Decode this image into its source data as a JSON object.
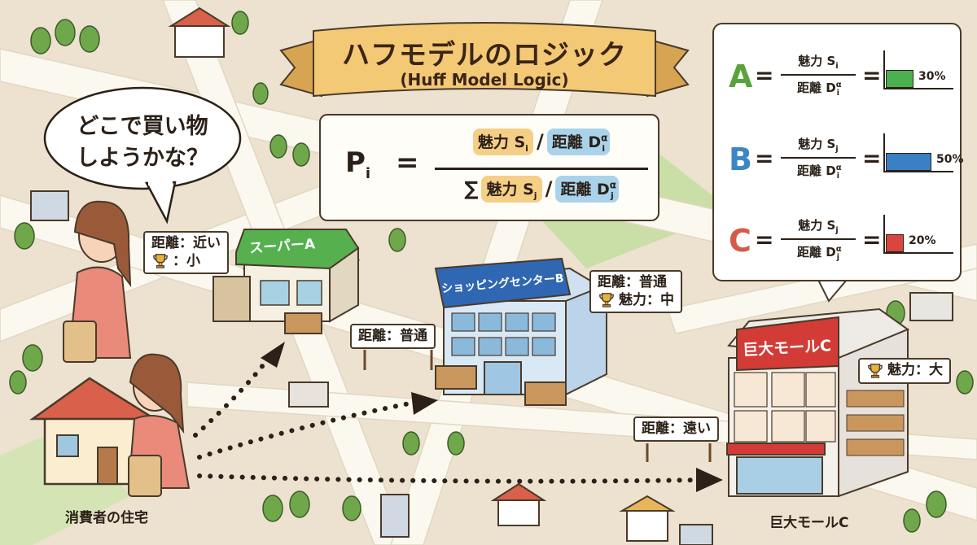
{
  "title": "ハフモデルのロジック",
  "subtitle": "(Huff Model Logic)",
  "formula": {
    "lhs": "P",
    "lhs_sub": "i",
    "equals": "=",
    "numerator_attr": "魅力 S",
    "numerator_attr_sub": "i",
    "slash": "/",
    "numerator_dist": "距離 D",
    "numerator_dist_sub": "i",
    "numerator_dist_sup": "α",
    "sigma": "∑",
    "denominator_attr": "魅力 S",
    "denominator_attr_sub": "j",
    "denominator_dist": "距離 D",
    "denominator_dist_sub": "j",
    "denominator_dist_sup": "α"
  },
  "speech_bubble": {
    "line1": "どこで買い物",
    "line2": "しようかな？"
  },
  "home_caption": "消費者の住宅",
  "stores": {
    "a": {
      "name": "スーパーA",
      "distance_label": "距離：近い",
      "attraction_label": "：小"
    },
    "b": {
      "name": "ショッピングセンターB",
      "distance_label_top": "距離：普通",
      "attraction_label": "魅力：中",
      "distance_label_left": "距離：普通"
    },
    "c": {
      "name": "巨大モールC",
      "attraction_label": "魅力：大",
      "distance_label": "距離：遠い",
      "caption": "巨大モールC"
    }
  },
  "shares": [
    {
      "letter": "A",
      "num": "魅力 S",
      "num_sub": "i",
      "den": "距離 D",
      "den_sub": "i",
      "den_sup": "α",
      "share": 30,
      "share_label": "30%",
      "color": "#4caf50",
      "letter_color": "#5aa33c"
    },
    {
      "letter": "B",
      "num": "魅力 S",
      "num_sub": "j",
      "den": "距離 D",
      "den_sub": "i",
      "den_sup": "α",
      "share": 50,
      "share_label": "50%",
      "color": "#3b7fc4",
      "letter_color": "#3d86c6"
    },
    {
      "letter": "C",
      "num": "魅力 S",
      "num_sub": "j",
      "den": "距離 D",
      "den_sub": "j",
      "den_sup": "α",
      "share": 20,
      "share_label": "20%",
      "color": "#d9453f",
      "letter_color": "#d65a4a"
    }
  ],
  "colors": {
    "banner": "#f3c976",
    "ground": "#efe6d6",
    "road": "#fbf8f0",
    "park": "#c8dfa6",
    "store_a": "#56b04e",
    "store_b": "#2f67b3",
    "store_c": "#d33b36"
  }
}
